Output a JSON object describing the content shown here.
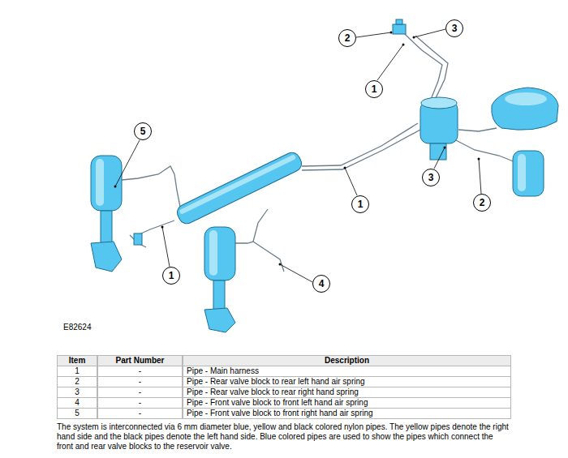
{
  "diagram": {
    "nodes": [
      {
        "text": [
          "3"
        ]
      },
      {
        "text": [
          "2"
        ]
      },
      {
        "text": [
          "1"
        ]
      },
      {
        "text": [
          "5"
        ]
      },
      {
        "text": [
          "3"
        ]
      },
      {
        "text": [
          "2"
        ]
      },
      {
        "text": [
          "1"
        ]
      },
      {
        "text": [
          "1"
        ]
      },
      {
        "text": [
          "4"
        ]
      }
    ],
    "labels": [
      "E82624",
      "Item",
      "Part Number",
      "Description",
      "1",
      "-",
      "Pipe - Main harness",
      "2",
      "-",
      "Pipe - Rear valve block to rear left hand air spring",
      "3",
      "-",
      "Pipe - Rear valve block to rear right hand spring",
      "4",
      "-",
      "Pipe - Front valve block to front left hand air spring",
      "5",
      "-",
      "Pipe - Front valve block to front right hand air spring",
      "The system is interconnected via 6 mm diameter blue, yellow and black colored nylon pipes. The yellow pipes denote the right hand side and the black pipes denote the left hand side. Blue colored pipes are used to show the pipes which connect the front and rear valve blocks to the reservoir valve."
    ]
  }
}
